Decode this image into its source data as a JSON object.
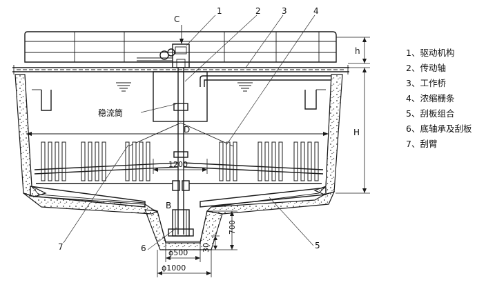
{
  "callouts": [
    "1",
    "2",
    "3",
    "4",
    "5",
    "6",
    "7"
  ],
  "letters": {
    "c": "C",
    "d": "D",
    "b": "B",
    "h_small": "h",
    "h_big": "H"
  },
  "dimensions": {
    "d1200": "1200",
    "d700": "700",
    "d30": "30",
    "d500": "ϕ500",
    "d1000": "ϕ1000"
  },
  "inner_label": "稳流筒",
  "legend": [
    "1、驱动机构",
    "2、传动轴",
    "3、工作桥",
    "4、浓缩栅条",
    "5、刮板组合",
    "6、底轴承及刮板",
    "7、刮臂"
  ]
}
